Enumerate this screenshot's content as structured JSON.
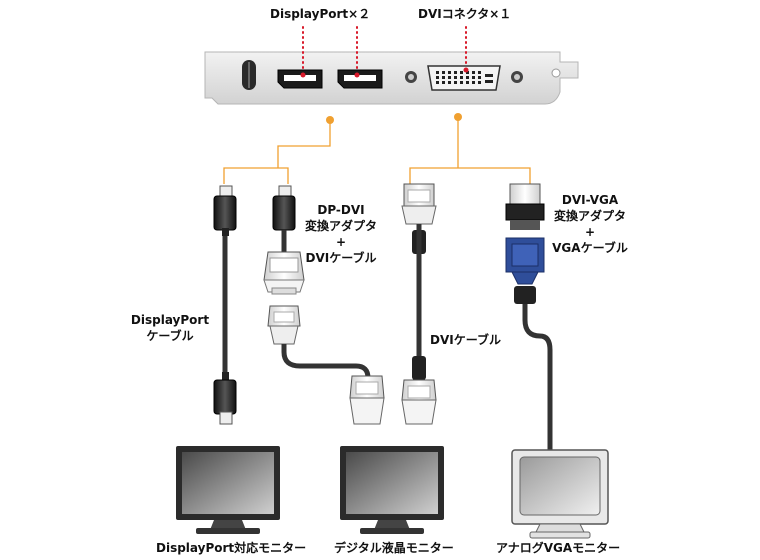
{
  "ports": {
    "displayport_label": "DisplayPort×２",
    "dvi_label": "DVIコネクタ×１"
  },
  "adapters": {
    "dp_dvi": {
      "line1": "DP-DVI",
      "line2": "変換アダプタ",
      "line3": "+",
      "line4": "DVIケーブル"
    },
    "dvi_vga": {
      "line1": "DVI-VGA",
      "line2": "変換アダプタ",
      "line3": "+",
      "line4": "VGAケーブル"
    }
  },
  "cables": {
    "displayport": {
      "line1": "DisplayPort",
      "line2": "ケーブル"
    },
    "dvi": "DVIケーブル"
  },
  "monitors": {
    "displayport": "DisplayPort対応モニター",
    "digital_lcd": "デジタル液晶モニター",
    "analog_vga": "アナログVGAモニター"
  },
  "colors": {
    "accent_orange": "#f0a030",
    "bracket": "#e6e6e6",
    "cable": "#333333",
    "vga_blue": "#2f4e9a"
  }
}
